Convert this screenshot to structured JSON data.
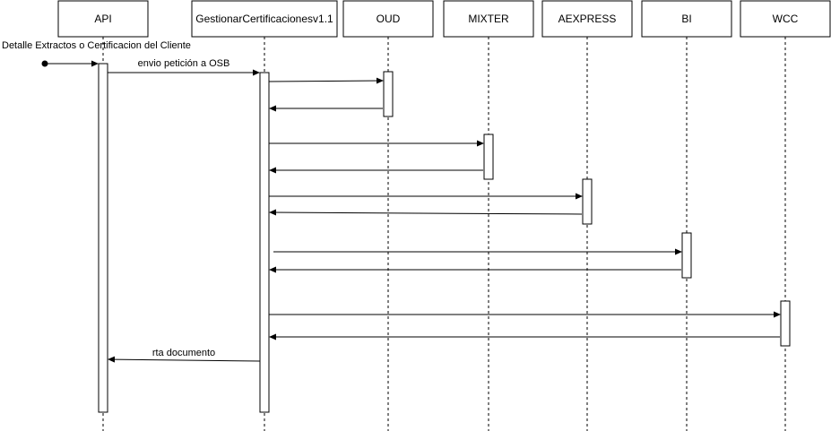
{
  "participants": [
    {
      "id": "api",
      "label": "API"
    },
    {
      "id": "gestionar",
      "label": "GestionarCertificacionesv1.1"
    },
    {
      "id": "oud",
      "label": "OUD"
    },
    {
      "id": "mixter",
      "label": "MIXTER"
    },
    {
      "id": "aexpress",
      "label": "AEXPRESS"
    },
    {
      "id": "bi",
      "label": "BI"
    },
    {
      "id": "wcc",
      "label": "WCC"
    }
  ],
  "messages": {
    "initial": "Detalle Extractos o Certificacion del Cliente",
    "request": "envio petición a OSB",
    "response": "rta documento"
  }
}
